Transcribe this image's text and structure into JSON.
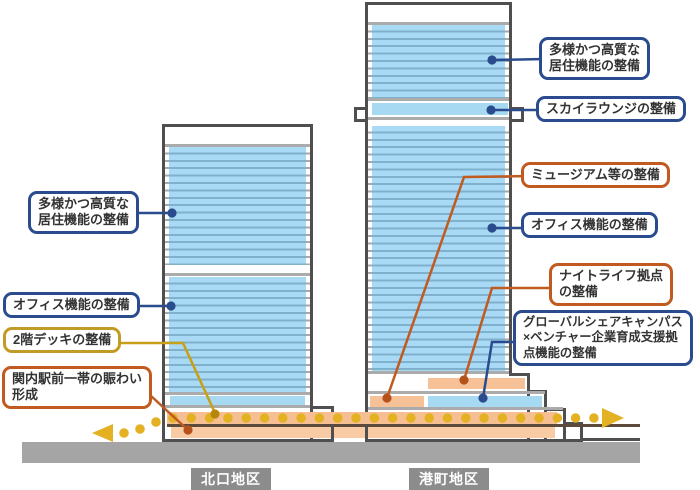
{
  "diagram": {
    "districts": [
      {
        "id": "north",
        "label": "北口地区"
      },
      {
        "id": "minatomachi",
        "label": "港町地区"
      }
    ],
    "callouts": {
      "residential_left": {
        "accent": "blue",
        "lines": [
          "多様かつ高質な",
          "居住機能の整備"
        ]
      },
      "office_left": {
        "accent": "blue",
        "lines": [
          "オフィス機能の整備"
        ]
      },
      "deck": {
        "accent": "gold",
        "lines": [
          "2階デッキの整備"
        ]
      },
      "kannai": {
        "accent": "orange",
        "lines": [
          "関内駅前一帯の賑わい",
          "形成"
        ]
      },
      "residential_right": {
        "accent": "blue",
        "lines": [
          "多様かつ高質な",
          "居住機能の整備"
        ]
      },
      "skylounge": {
        "accent": "blue",
        "lines": [
          "スカイラウンジの整備"
        ]
      },
      "museum": {
        "accent": "orange",
        "lines": [
          "ミュージアム等の整備"
        ]
      },
      "office_right": {
        "accent": "blue",
        "lines": [
          "オフィス機能の整備"
        ]
      },
      "nightlife": {
        "accent": "orange",
        "lines": [
          "ナイトライフ拠点",
          "の整備"
        ]
      },
      "global_campus": {
        "accent": "blue",
        "lines": [
          "グローバルシェアキャンパス",
          "×ベンチャー企業育成支援拠",
          "点機能の整備"
        ]
      }
    },
    "colors": {
      "accent_blue": "#2a4c8e",
      "accent_orange": "#c05a1f",
      "accent_gold": "#c29b27",
      "flow_yellow": "#e3b122",
      "outline_gray": "#4f4f4f",
      "floor_blue": "#a8d9f3",
      "deck_orange": "#f6bf92",
      "ground_gray": "#a5a5a5"
    }
  }
}
